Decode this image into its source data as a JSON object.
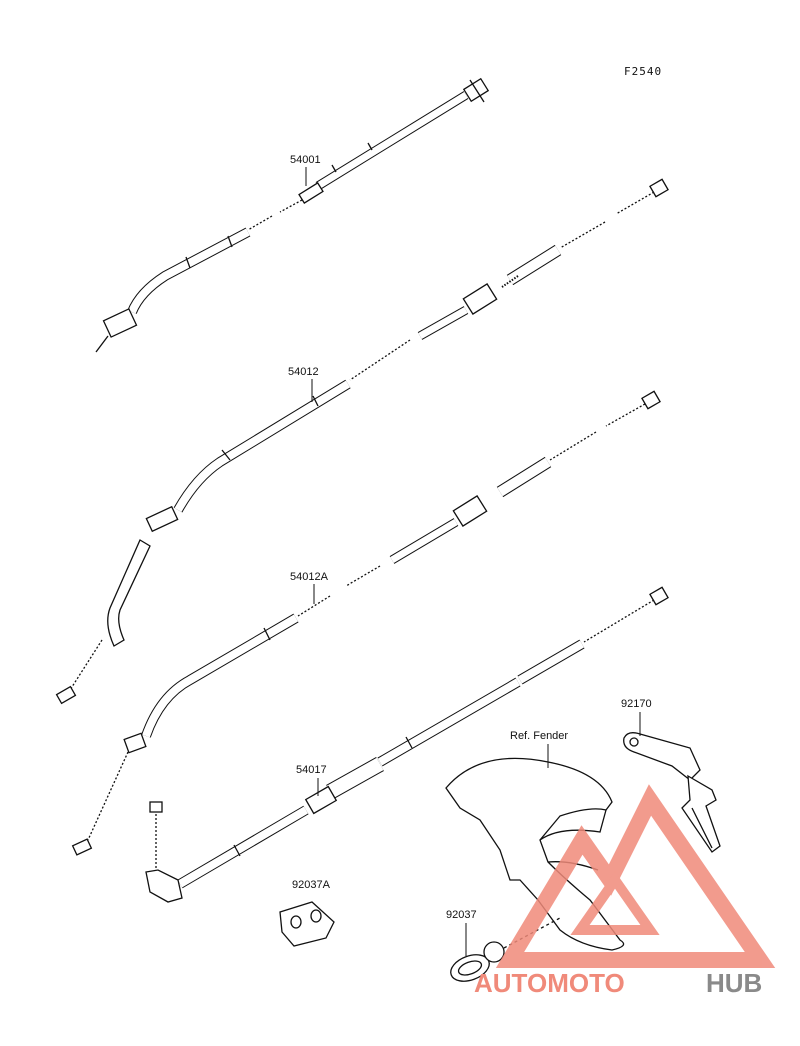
{
  "figure_code": "F2540",
  "parts": {
    "p54001": "54001",
    "p54012": "54012",
    "p54012A": "54012A",
    "p54017": "54017",
    "p92170": "92170",
    "ref_fender": "Ref. Fender",
    "p92037A": "92037A",
    "p92037": "92037"
  },
  "watermark": {
    "part1": "AUTOMOTO",
    "part2": "HUB",
    "color_primary": "#f08a7a",
    "color_secondary": "#8a8a8a"
  },
  "colors": {
    "line": "#111111",
    "background": "#ffffff"
  }
}
